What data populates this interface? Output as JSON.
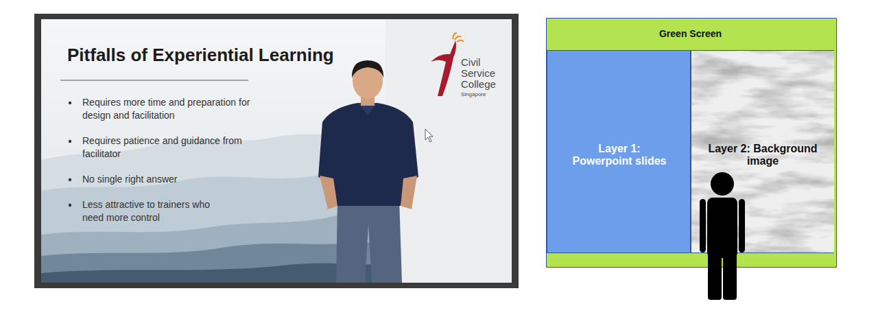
{
  "diagram": {
    "nodes": [
      {
        "text": [
          "Pitfalls of Experiential Learning",
          "Requires more time and preparation for design and facilitation",
          "Requires patience and guidance from facilitator",
          "No single right answer",
          "Less attractive to trainers who need more control"
        ]
      },
      {
        "text": [
          "Green Screen"
        ]
      },
      {
        "text": [
          "Layer 1: Powerpoint slides"
        ],
        "in": 1
      },
      {
        "text": [
          "Layer 2: Background image"
        ],
        "in": 1
      }
    ],
    "labels": [
      "Civil Service College",
      "Singapore"
    ]
  }
}
